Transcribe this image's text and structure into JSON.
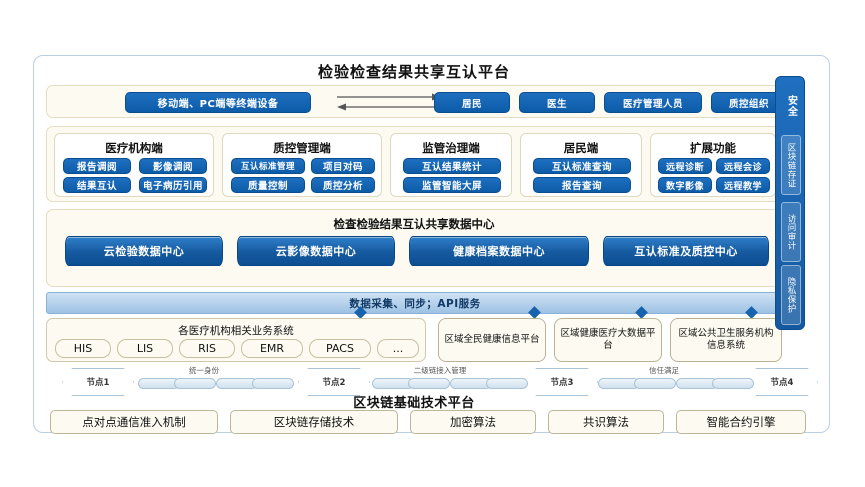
{
  "title": "检验检查结果共享互认平台",
  "actors": {
    "terminal": "移动端、PC端等终端设备",
    "items": [
      "居民",
      "医生",
      "医疗管理人员",
      "质控组织"
    ]
  },
  "modules": [
    {
      "title": "医疗机构端",
      "items": [
        "报告调阅",
        "影像调阅",
        "结果互认",
        "电子病历引用"
      ]
    },
    {
      "title": "质控管理端",
      "items": [
        "互认标准管理",
        "项目对码",
        "质量控制",
        "质控分析"
      ]
    },
    {
      "title": "监管治理端",
      "items": [
        "互认结果统计",
        "监管智能大屏"
      ]
    },
    {
      "title": "居民端",
      "items": [
        "互认标准查询",
        "报告查询"
      ]
    },
    {
      "title": "扩展功能",
      "items": [
        "远程诊断",
        "远程会诊",
        "数字影像",
        "远程教学"
      ]
    }
  ],
  "data_center": {
    "title": "检查检验结果互认共享数据中心",
    "stores": [
      "云检验数据中心",
      "云影像数据中心",
      "健康档案数据中心",
      "互认标准及质控中心"
    ]
  },
  "api_bar": "数据采集、同步；API服务",
  "systems": {
    "hospital_title": "各医疗机构相关业务系统",
    "hospital_items": [
      "HIS",
      "LIS",
      "RIS",
      "EMR",
      "PACS",
      "..."
    ],
    "regional": [
      "区域全民健康信息平台",
      "区域健康医疗大数据平台",
      "区域公共卫生服务机构信息系统"
    ]
  },
  "blockchain": {
    "nodes": [
      "节点1",
      "节点2",
      "节点3",
      "节点4"
    ],
    "link_labels": [
      "统一身份",
      "二级链接入管理",
      "信任满足"
    ],
    "platform_title": "区块链基础技术平台",
    "tech": [
      "点对点通信准入机制",
      "区块链存储技术",
      "加密算法",
      "共识算法",
      "智能合约引擎"
    ]
  },
  "security_rail": {
    "header": "安全",
    "segments": [
      "区块链存证",
      "访问审计",
      "隐私保护"
    ]
  },
  "colors": {
    "accent_blue": "#0d5ca8",
    "panel_cream": "#fdfbf1",
    "frame_border": "#b9cfe4"
  }
}
